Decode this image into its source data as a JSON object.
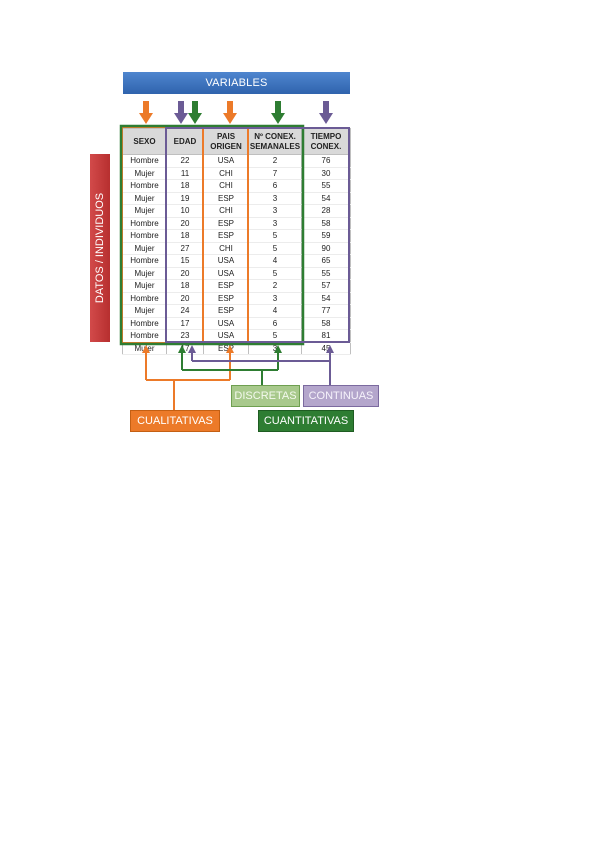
{
  "banner": "VARIABLES",
  "side_label": "DATOS / INDIVIDUOS",
  "columns": [
    {
      "line1": "SEXO",
      "line2": ""
    },
    {
      "line1": "EDAD",
      "line2": ""
    },
    {
      "line1": "PAIS",
      "line2": "ORIGEN"
    },
    {
      "line1": "Nº CONEX.",
      "line2": "SEMANALES"
    },
    {
      "line1": "TIEMPO",
      "line2": "CONEX."
    }
  ],
  "rows": [
    [
      "Hombre",
      "22",
      "USA",
      "2",
      "76"
    ],
    [
      "Mujer",
      "11",
      "CHI",
      "7",
      "30"
    ],
    [
      "Hombre",
      "18",
      "CHI",
      "6",
      "55"
    ],
    [
      "Mujer",
      "19",
      "ESP",
      "3",
      "54"
    ],
    [
      "Mujer",
      "10",
      "CHI",
      "3",
      "28"
    ],
    [
      "Hombre",
      "20",
      "ESP",
      "3",
      "58"
    ],
    [
      "Hombre",
      "18",
      "ESP",
      "5",
      "59"
    ],
    [
      "Mujer",
      "27",
      "CHI",
      "5",
      "90"
    ],
    [
      "Hombre",
      "15",
      "USA",
      "4",
      "65"
    ],
    [
      "Mujer",
      "20",
      "USA",
      "5",
      "55"
    ],
    [
      "Mujer",
      "18",
      "ESP",
      "2",
      "57"
    ],
    [
      "Hombre",
      "20",
      "ESP",
      "3",
      "54"
    ],
    [
      "Mujer",
      "24",
      "ESP",
      "4",
      "77"
    ],
    [
      "Hombre",
      "17",
      "USA",
      "6",
      "58"
    ],
    [
      "Hombre",
      "23",
      "USA",
      "5",
      "81"
    ],
    [
      "Mujer",
      "17",
      "ESP",
      "3",
      "45"
    ]
  ],
  "tags": {
    "cualitativas": "CUALITATIVAS",
    "discretas": "DISCRETAS",
    "continuas": "CONTINUAS",
    "cuantitativas": "CUANTITATIVAS"
  },
  "colors": {
    "cualitativas": "#ec7a29",
    "discretas": "#2e7d32",
    "continuas": "#6b5b95",
    "banner": "#3b74c4",
    "side_label": "#c0392b"
  }
}
